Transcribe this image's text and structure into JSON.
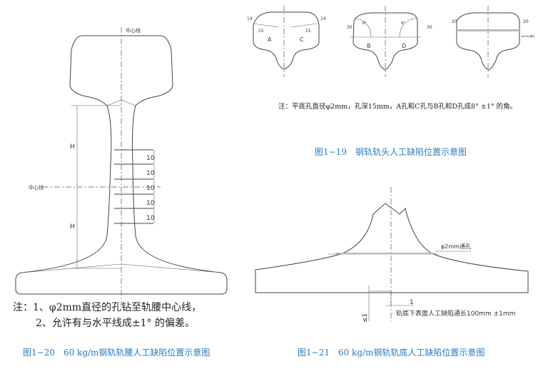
{
  "figure_1_19": {
    "caption": "图1−19　钢轨轨头人工缺陷位置示意图",
    "note": "注：平底孔直径φ2mm，孔深15mm，A孔和C孔与B孔和D孔成8° ±1° 的角。",
    "labels": {
      "A": "A",
      "B": "B",
      "C": "C",
      "D": "D",
      "dim14": "14",
      "dim15": "15",
      "dim30": "30",
      "dim20": "20",
      "angle": "8°",
      "hole": "φ2mm通孔"
    }
  },
  "figure_1_20": {
    "caption": "图1−20　60 kg/m钢轨轨腰人工缺陷位置示意图",
    "note_line1": "注：1、φ2mm直径的孔钻至轨腰中心线，",
    "note_line2": "2、允许有与水平线成±1° 的偏差。",
    "labels": {
      "center_top": "中心线",
      "center_left": "中心线",
      "H": "H",
      "spacing": "10"
    }
  },
  "figure_1_21": {
    "caption": "图1−21　60 kg/m钢轨轨底人工缺陷位置示意图",
    "hole_label": "φ2mm通孔",
    "defect_label": "轨底下表面人工缺陷通长100mm ±1mm",
    "width_label": "1",
    "depth_label": "≤1"
  }
}
